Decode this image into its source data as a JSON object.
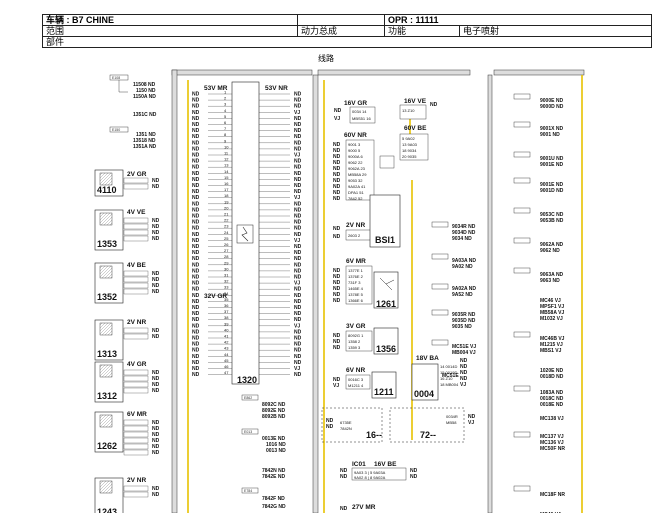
{
  "header": {
    "vehicle": "车辆 : B7 CHINE",
    "opr": "OPR : 11111",
    "range_label": "范围",
    "assembly": "动力总成",
    "function_label": "功能",
    "function_value": "电子喷射",
    "parts_label": "部件",
    "wiring_title": "线路"
  },
  "connectors": {
    "c53v_mr": "53V MR",
    "c53v_nr": "53V NR",
    "c32v_gr": "32V GR",
    "c1320": "1320",
    "c16v_gr": "16V GR",
    "c16v_ve": "16V VE",
    "c60v_nr": "60V NR",
    "c60v_be": "60V BE",
    "c2v_nr": "2V NR",
    "cbsi1": "BSI1",
    "c6v_mr": "6V MR",
    "c1261": "1261",
    "c3v_gr": "3V GR",
    "c1356": "1356",
    "c6v_nr": "6V NR",
    "c1211": "1211",
    "c0004": "0004",
    "c18v_ba": "18V BA",
    "cic01": "IC01",
    "c16v_be": "16V BE",
    "c27v_mr": "27V MR",
    "c16": "16--",
    "c72": "72--"
  },
  "components": [
    {
      "id": "4110",
      "conn": "2V GR"
    },
    {
      "id": "1353",
      "conn": "4V VE"
    },
    {
      "id": "1352",
      "conn": "4V BE"
    },
    {
      "id": "1313",
      "conn": "2V NR"
    },
    {
      "id": "1312",
      "conn": "4V GR"
    },
    {
      "id": "1262",
      "conn": "6V MR"
    },
    {
      "id": "1243",
      "conn": "2V NR"
    }
  ],
  "left_labels": {
    "g1": [
      "11508 ND",
      "1150 ND",
      "1150A ND"
    ],
    "g2": [
      "1351C ND"
    ],
    "g3": [
      "1351 ND",
      "13518 ND",
      "1351A ND"
    ],
    "mid": [
      "8092C ND",
      "8092E ND",
      "8092B ND",
      "0013E ND",
      "1016 ND",
      "0013 ND",
      "7842N ND",
      "7842E ND",
      "7842F ND",
      "7842G ND"
    ]
  },
  "right_labels": [
    "9000E ND",
    "9000D ND",
    "9001X ND",
    "9001 ND",
    "9001U ND",
    "9001E ND",
    "9001E ND",
    "9001D ND",
    "9053C ND",
    "9053B ND",
    "9062A ND",
    "9062 ND",
    "9063A ND",
    "9063 ND",
    "MC46 VJ",
    "MPSF1 VJ",
    "MB58A VJ",
    "M1032 VJ",
    "MC46B VJ",
    "M1215 VJ",
    "MBS1 VJ",
    "1020E ND",
    "0018D ND",
    "1083A ND",
    "0018C ND",
    "0018E ND",
    "MC138 VJ",
    "MC137 VJ",
    "MC136 VJ",
    "MC50F NR",
    "MC18F NR",
    "MC46 VJ",
    "MC46B VJ"
  ],
  "mid_labels": [
    "9034R ND",
    "9034D ND",
    "9034 ND",
    "9A03A ND",
    "9A02 ND",
    "9A02A ND",
    "9A52 ND",
    "9035R ND",
    "9035D ND",
    "9035 ND",
    "MC51E VJ",
    "MB004 VJ",
    "MC51E"
  ],
  "colors": {
    "wire": "#e8c200",
    "ink": "#111111"
  }
}
